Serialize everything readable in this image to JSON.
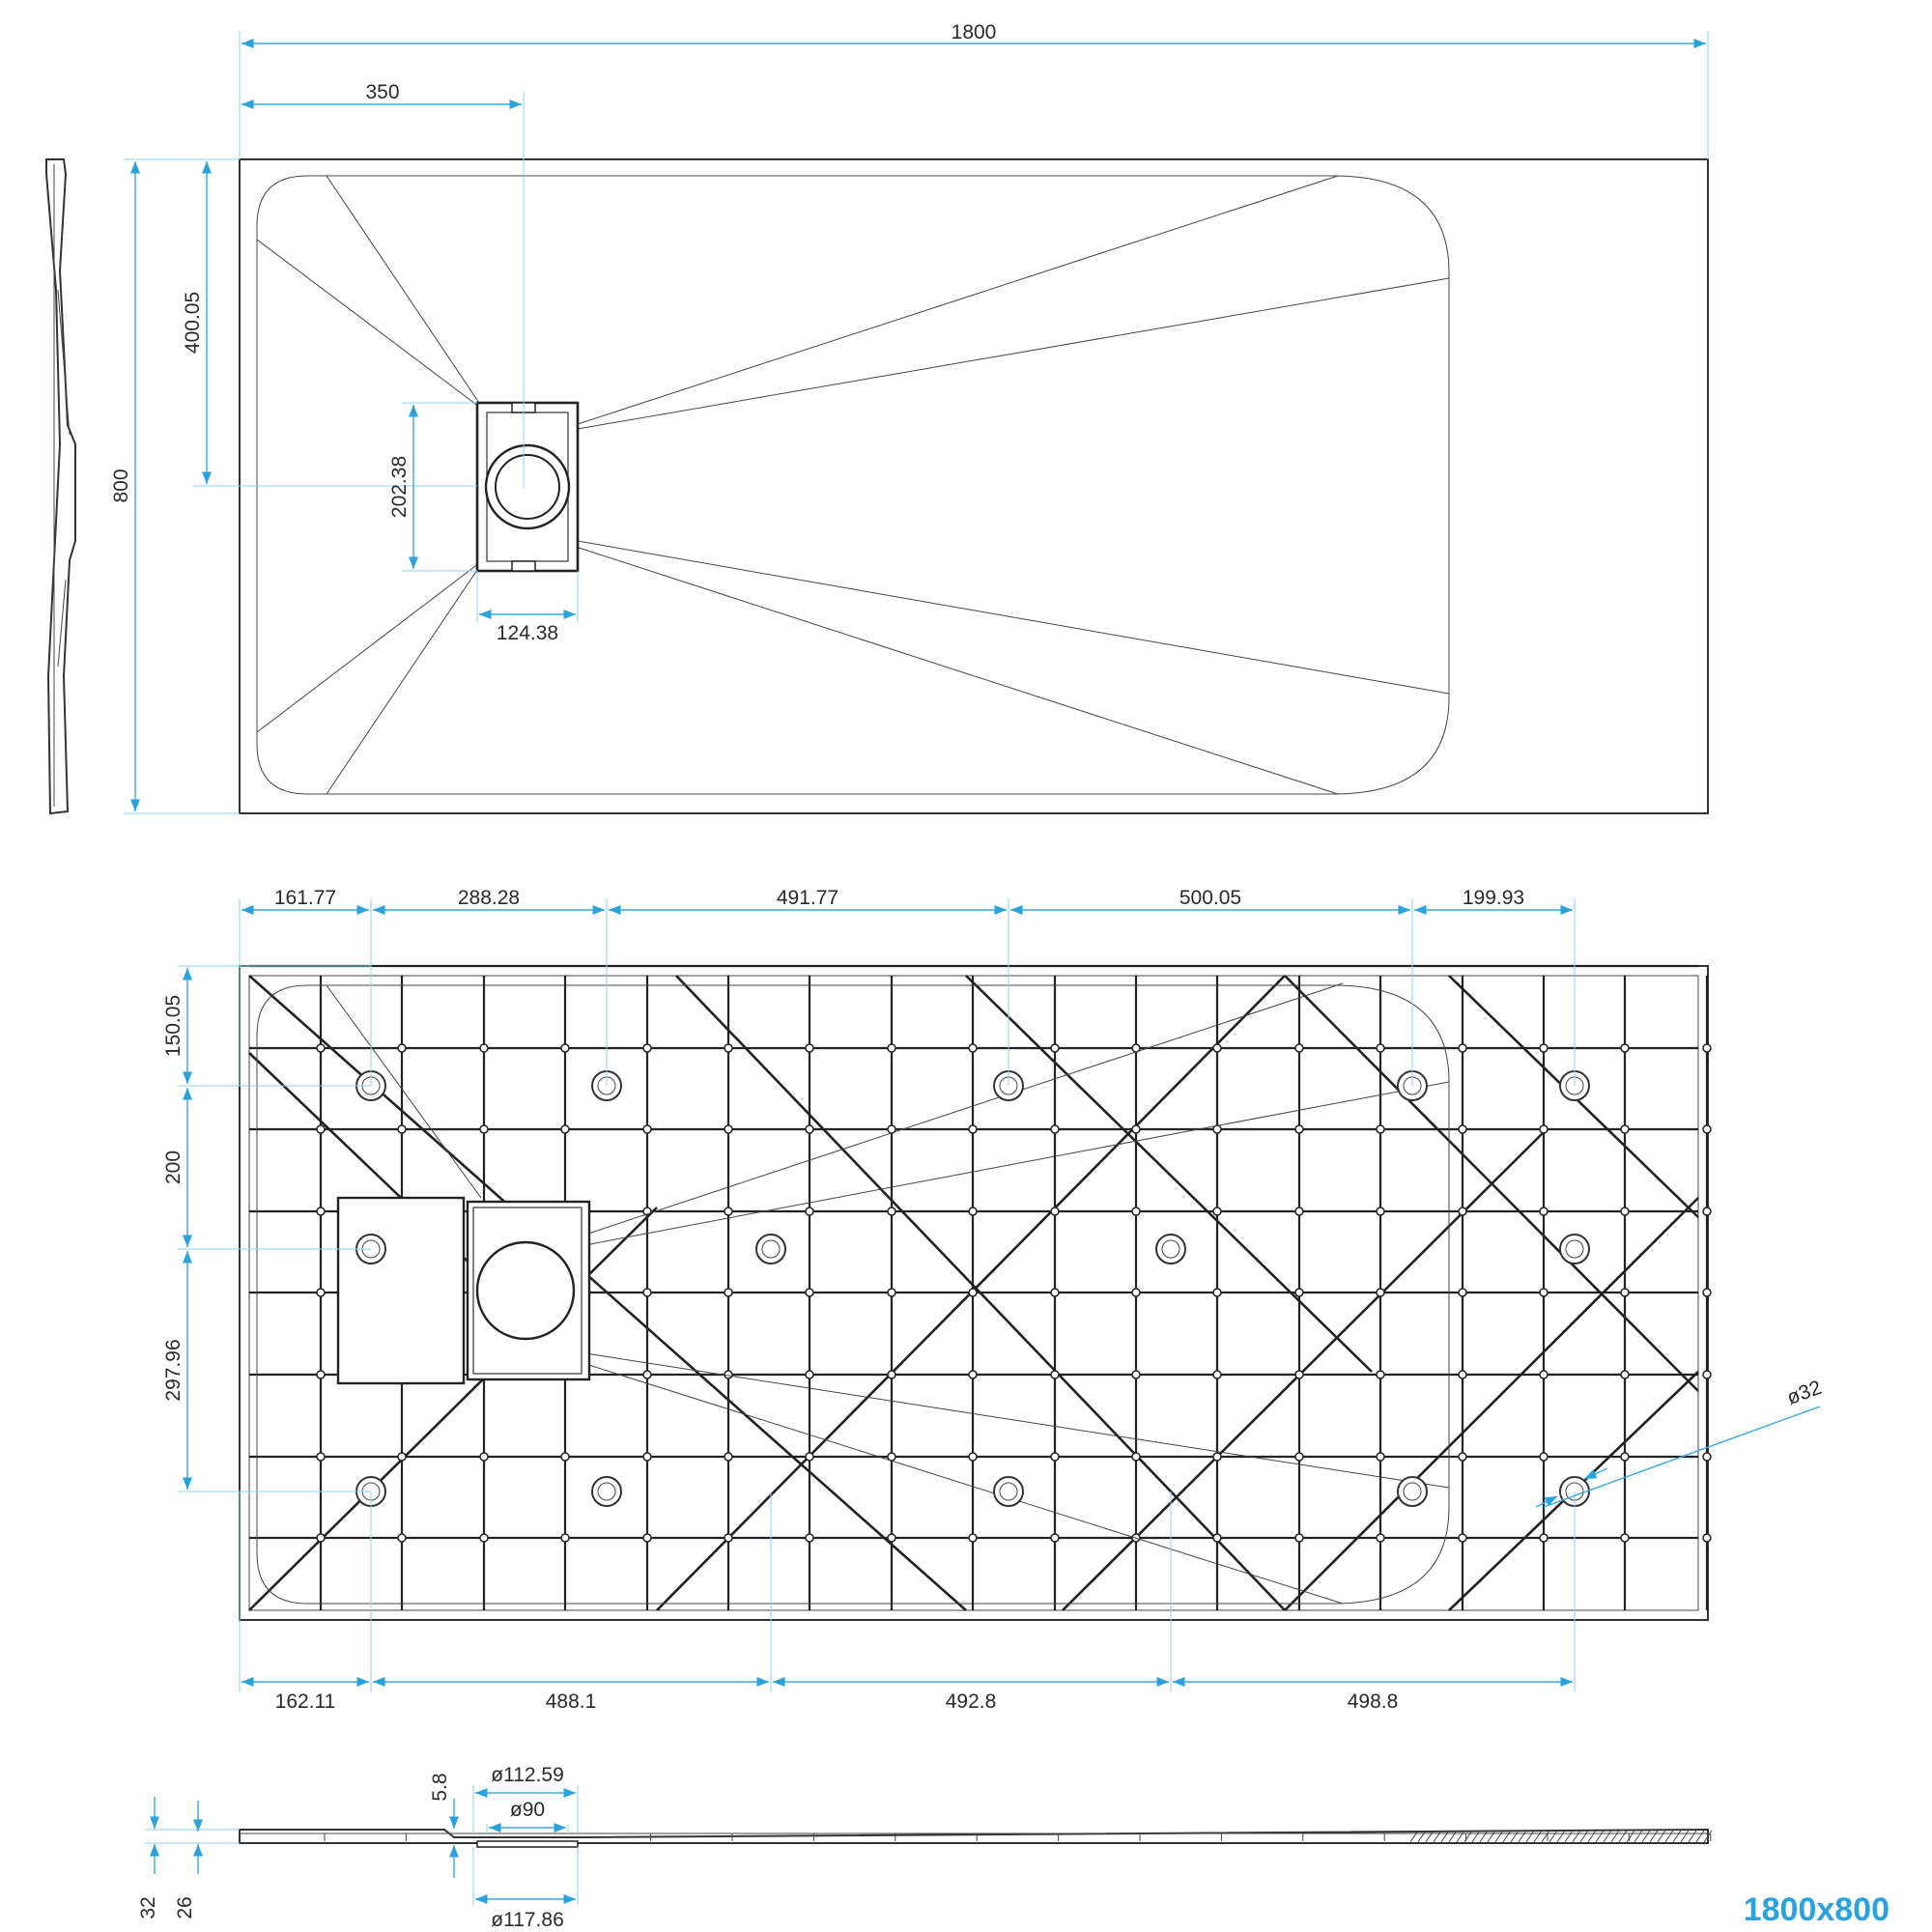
{
  "title": "1800x800",
  "top_view": {
    "width_label": "1800",
    "drain_offset_label": "350",
    "height_label": "800",
    "drain_center_label": "400.05",
    "drain_box_height_label": "202.38",
    "drain_box_width_label": "124.38"
  },
  "bottom_view": {
    "top_spacing_labels": [
      "161.77",
      "288.28",
      "491.77",
      "500.05",
      "199.93"
    ],
    "bottom_spacing_labels": [
      "162.11",
      "488.1",
      "492.8",
      "498.8"
    ],
    "left_spacing_labels": [
      "150.05",
      "200",
      "297.96"
    ],
    "hole_diameter_label": "ø32"
  },
  "section_view": {
    "rim_label": "5.8",
    "outer_diameter_label": "ø112.59",
    "inner_diameter_label": "ø90",
    "bottom_diameter_label": "ø117.86",
    "total_height_label": "32",
    "body_height_label": "26"
  }
}
